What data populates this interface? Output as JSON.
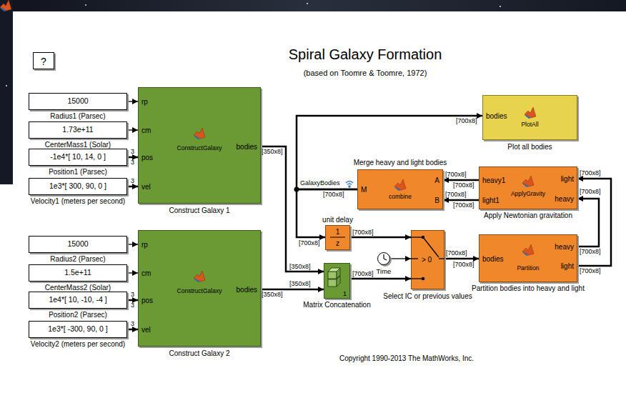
{
  "diagram": {
    "title": "Spiral Galaxy Formation",
    "caption": "(based on Toomre & Toomre, 1972)",
    "nodes": [
      {
        "text": [
          "?"
        ]
      },
      {
        "text": [
          "15000",
          "Radius1 (Parsec)"
        ]
      },
      {
        "text": [
          "1.73e+11",
          "CenterMass1 (Solar)"
        ]
      },
      {
        "text": [
          "-1e4*[ 10, 14, 0 ]",
          "Position1 (Parsec)"
        ]
      },
      {
        "text": [
          "1e3*[ 300, 90, 0 ]",
          "Velocity1 (meters per second)"
        ]
      },
      {
        "text": [
          "rp",
          "cm",
          "pos",
          "vel",
          "bodies",
          "ConstructGalaxy",
          "Construct Galaxy 1"
        ]
      },
      {
        "text": [
          "15000",
          "Radius2 (Parsec)"
        ]
      },
      {
        "text": [
          "1.5e+11",
          "CenterMass2 (Solar)"
        ]
      },
      {
        "text": [
          "1e4*[ 10, -10, -4 ]",
          "Position2 (Parsec)"
        ]
      },
      {
        "text": [
          "1e3*[ -300, 90, 0 ]",
          "Velocity2 (meters per second)"
        ]
      },
      {
        "text": [
          "rp",
          "cm",
          "pos",
          "vel",
          "bodies",
          "ConstructGalaxy",
          "Construct Galaxy 2"
        ]
      },
      {
        "text": [
          "bodies",
          "PlotAll",
          "Plot all bodies"
        ]
      },
      {
        "text": [
          "Merge heavy and light bodies",
          "A",
          "B",
          "M",
          "combine"
        ]
      },
      {
        "text": [
          "heavy1",
          "light1",
          "light",
          "heavy",
          "ApplyGravity",
          "Apply Newtonian gravitation"
        ]
      },
      {
        "text": [
          "unit delay",
          "1",
          "z"
        ]
      },
      {
        "text": [
          "1",
          "Matrix Concatenation"
        ]
      },
      {
        "text": [
          "Time"
        ]
      },
      {
        "text": [
          "> 0",
          "Select IC or previous values"
        ]
      },
      {
        "text": [
          "bodies",
          "heavy",
          "light",
          "Partition",
          "Partition bodies into heavy and light"
        ]
      }
    ],
    "edges": [
      {
        "from": 1,
        "to": 5,
        "arrow": "to"
      },
      {
        "from": 2,
        "to": 5,
        "arrow": "to"
      },
      {
        "from": 3,
        "to": 5,
        "arrow": "to"
      },
      {
        "from": 4,
        "to": 5,
        "arrow": "to"
      },
      {
        "from": 6,
        "to": 10,
        "arrow": "to"
      },
      {
        "from": 7,
        "to": 10,
        "arrow": "to"
      },
      {
        "from": 8,
        "to": 10,
        "arrow": "to"
      },
      {
        "from": 9,
        "to": 10,
        "arrow": "to"
      },
      {
        "from": 5,
        "to": 15,
        "arrow": "to"
      },
      {
        "from": 10,
        "to": 15,
        "arrow": "to"
      },
      {
        "from": 15,
        "to": 17,
        "arrow": "to"
      },
      {
        "from": 14,
        "to": 17,
        "arrow": "to"
      },
      {
        "from": 16,
        "to": 17,
        "arrow": "to"
      },
      {
        "from": 17,
        "to": 18,
        "arrow": "to"
      },
      {
        "from": 18,
        "to": 13,
        "arrow": "to"
      },
      {
        "from": 18,
        "to": 13,
        "arrow": "to"
      },
      {
        "from": 13,
        "to": 12,
        "arrow": "to"
      },
      {
        "from": 13,
        "to": 12,
        "arrow": "to"
      },
      {
        "from": 12,
        "to": 11,
        "arrow": "to"
      },
      {
        "from": 12,
        "to": 14,
        "arrow": "to"
      }
    ],
    "labels": [
      "[350x8]",
      "[350x8]",
      "[350x8]",
      "[350x8]",
      "[700x8]",
      "[700x8]",
      "[700x8]",
      "[700x8]",
      "[700x8]",
      "[700x8]",
      "[700x8]",
      "[700x8]",
      "[700x8]",
      "[700x8]",
      "[700x8]",
      "[700x8]",
      "[700x8]",
      "[700x8]",
      "[700x8]",
      "3",
      "3",
      "3",
      "3",
      "3",
      "3",
      "GalaxyBodies",
      "Copyright 1990-2013 The MathWorks, Inc."
    ]
  }
}
